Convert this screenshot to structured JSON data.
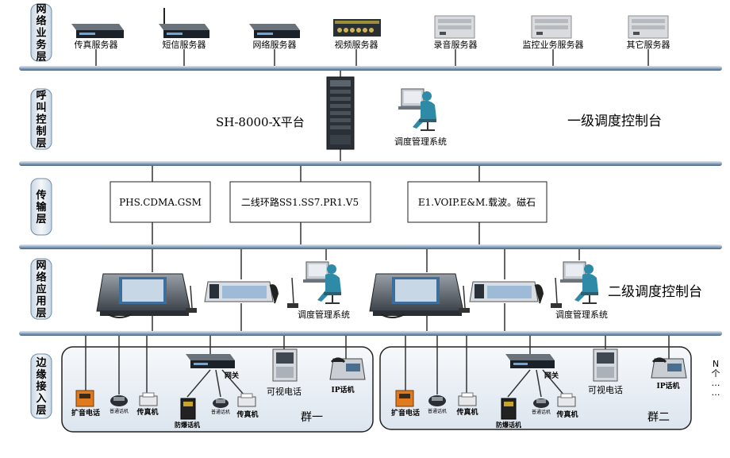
{
  "layers": [
    {
      "id": "service",
      "label": "网络业务层"
    },
    {
      "id": "call",
      "label": "呼叫控制层"
    },
    {
      "id": "transport",
      "label": "传输层"
    },
    {
      "id": "application",
      "label": "网络应用层"
    },
    {
      "id": "edge",
      "label": "边缘接入层"
    }
  ],
  "servers": [
    {
      "label": "传真服务器",
      "kind": "rack"
    },
    {
      "label": "短信服务器",
      "kind": "rack-antenna"
    },
    {
      "label": "网络服务器",
      "kind": "rack"
    },
    {
      "label": "视频服务器",
      "kind": "video"
    },
    {
      "label": "录音服务器",
      "kind": "tower"
    },
    {
      "label": "监控业务服务器",
      "kind": "tower"
    },
    {
      "label": "其它服务器",
      "kind": "tower"
    }
  ],
  "call_control": {
    "platform": "SH-8000-X平台",
    "system_label": "调度管理系统",
    "level_title": "一级调度控制台"
  },
  "transport": {
    "boxes": [
      "PHS.CDMA.GSM",
      "二线环路SS1.SS7.PR1.V5",
      "E1.VOIP.E&M.载波。磁石"
    ]
  },
  "application": {
    "system_label_1": "调度管理系统",
    "system_label_2": "调度管理系统",
    "level_title": "二级调度控制台"
  },
  "groups": [
    {
      "name": "群一",
      "gateway": "网关",
      "video_phone": "可视电话",
      "ip_phone": "IP话机",
      "pa_phone": "扩音电话",
      "common_phone": "普通话机",
      "fax": "传真机",
      "explosion_phone": "防爆话机",
      "common_phone_2": "普通话机",
      "fax_2": "传真机"
    },
    {
      "name": "群二",
      "gateway": "网关",
      "video_phone": "可视电话",
      "ip_phone": "IP话机",
      "pa_phone": "扩音电话",
      "common_phone": "普通话机",
      "fax": "传真机",
      "explosion_phone": "防爆话机",
      "common_phone_2": "普通话机",
      "fax_2": "传真机"
    }
  ],
  "more_marker": "N个……",
  "colors": {
    "bus": "#4d6f94",
    "bus_light": "#aec3d8",
    "layer_box": "#dde6ee",
    "group_fill": "#e8eef4",
    "operator": "#2e8aa6",
    "device_dark": "#1e2630",
    "pa_orange": "#e07a1c"
  }
}
